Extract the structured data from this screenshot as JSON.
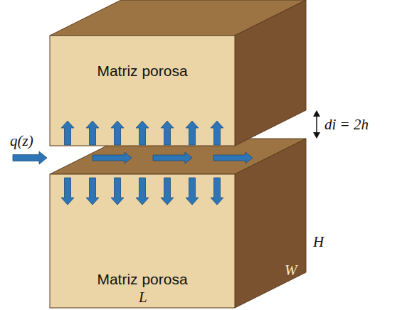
{
  "diagram": {
    "nodes": [
      {
        "text": [
          "Matriz porosa"
        ]
      },
      {
        "text": [
          "Matriz porosa"
        ]
      }
    ],
    "labels": [
      "q(z)",
      "di = 2h",
      "H",
      "W",
      "L"
    ]
  }
}
